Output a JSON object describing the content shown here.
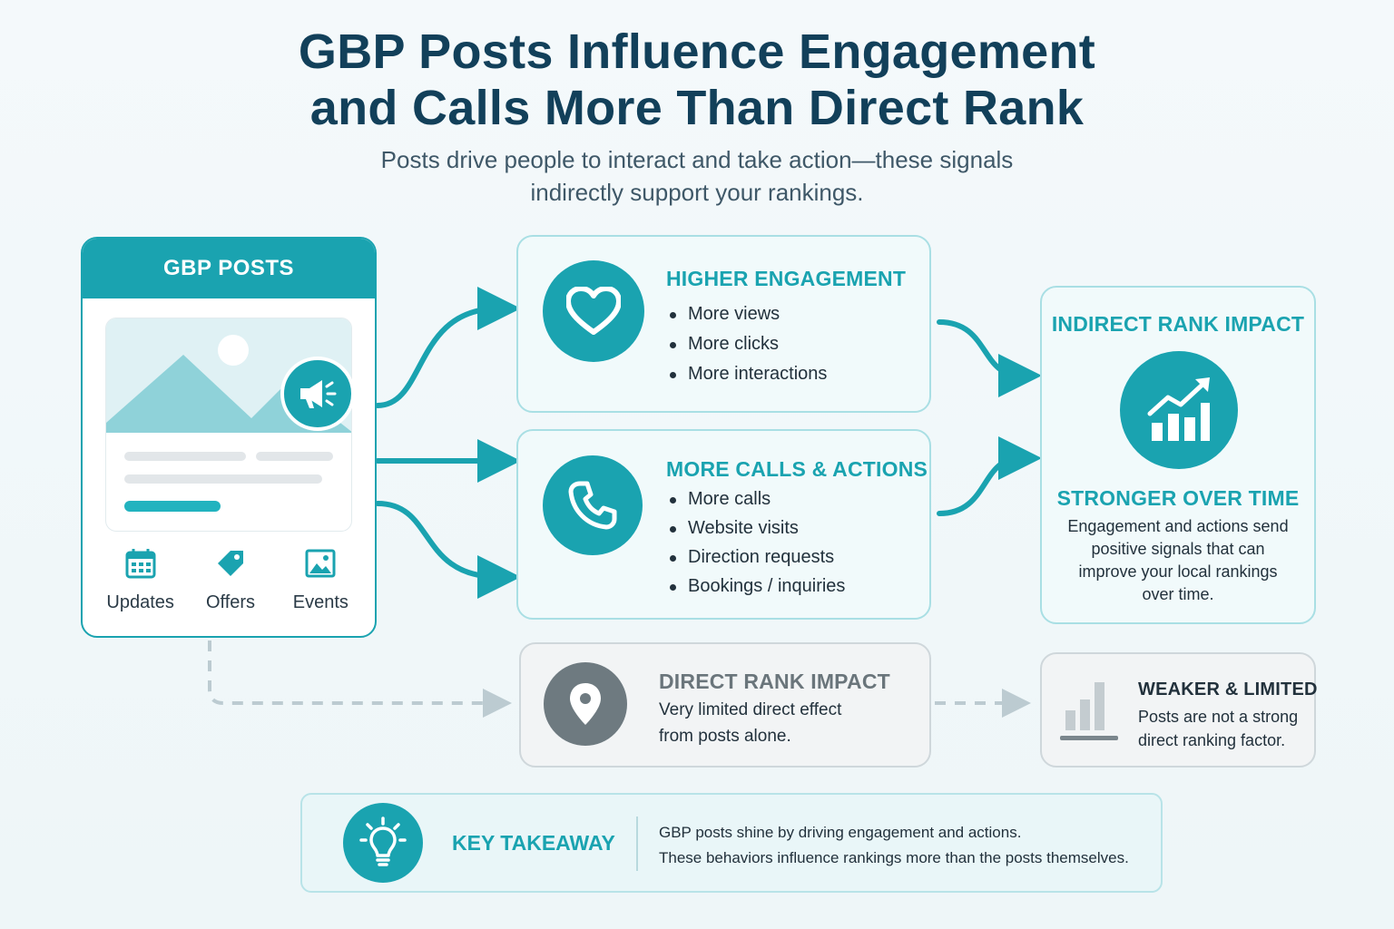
{
  "title": {
    "line1": "GBP Posts Influence Engagement",
    "line2": "and Calls More Than Direct Rank"
  },
  "subtitle": {
    "line1": "Posts drive people to interact and take action—these signals",
    "line2": "indirectly support your rankings."
  },
  "posts_card": {
    "title": "GBP POSTS",
    "types": [
      {
        "label": "Updates",
        "icon": "calendar-icon"
      },
      {
        "label": "Offers",
        "icon": "tag-icon"
      },
      {
        "label": "Events",
        "icon": "image-icon"
      }
    ]
  },
  "engagement": {
    "title": "HIGHER ENGAGEMENT",
    "icon": "heart-icon",
    "items": [
      "More views",
      "More clicks",
      "More interactions"
    ]
  },
  "calls": {
    "title": "MORE CALLS & ACTIONS",
    "icon": "phone-icon",
    "items": [
      "More calls",
      "Website visits",
      "Direction requests",
      "Bookings / inquiries"
    ]
  },
  "indirect": {
    "title": "INDIRECT RANK IMPACT",
    "icon": "growth-chart-icon",
    "subtitle": "STRONGER OVER TIME",
    "text_lines": [
      "Engagement and actions send",
      "positive signals that can",
      "improve your local rankings",
      "over time."
    ]
  },
  "direct": {
    "title": "DIRECT RANK IMPACT",
    "icon": "location-pin-icon",
    "text_lines": [
      "Very limited direct effect",
      "from posts alone."
    ]
  },
  "weaker": {
    "title": "WEAKER & LIMITED",
    "icon": "bar-chart-icon",
    "text_lines": [
      "Posts are not a strong",
      "direct ranking factor."
    ]
  },
  "takeaway": {
    "title": "KEY TAKEAWAY",
    "icon": "lightbulb-icon",
    "line1": "GBP posts shine by driving engagement and actions.",
    "line2": "These behaviors influence rankings more than the posts themselves."
  },
  "colors": {
    "accent": "#1aa3b0",
    "title": "#12405a",
    "muted": "#6a757b",
    "dashed": "#bccbd1"
  }
}
